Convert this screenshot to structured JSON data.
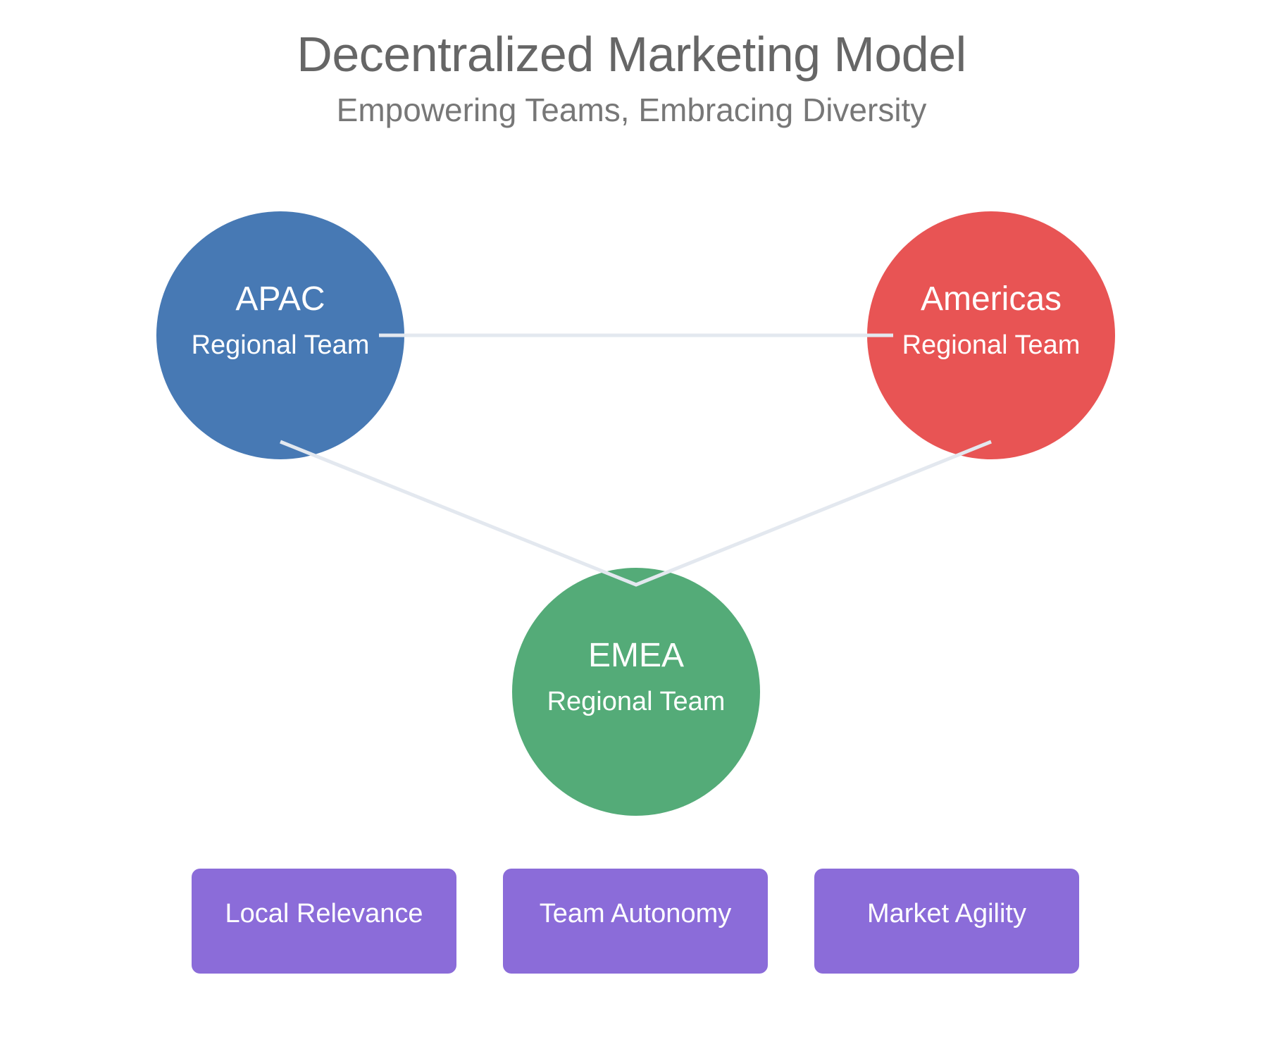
{
  "header": {
    "title": "Decentralized Marketing Model",
    "subtitle": "Empowering Teams, Embracing Diversity"
  },
  "colors": {
    "apac": "#4779b4",
    "americas": "#e85454",
    "emea": "#54ab78",
    "benefit": "#8b6cd9",
    "connector": "#e3e8ef"
  },
  "nodes": [
    {
      "id": "apac",
      "name": "APAC",
      "label": "Regional Team"
    },
    {
      "id": "americas",
      "name": "Americas",
      "label": "Regional Team"
    },
    {
      "id": "emea",
      "name": "EMEA",
      "label": "Regional Team"
    }
  ],
  "connections": [
    {
      "from": "APAC",
      "to": "Americas"
    },
    {
      "from": "APAC",
      "to": "EMEA"
    },
    {
      "from": "Americas",
      "to": "EMEA"
    }
  ],
  "benefits": [
    "Local Relevance",
    "Team Autonomy",
    "Market Agility"
  ]
}
